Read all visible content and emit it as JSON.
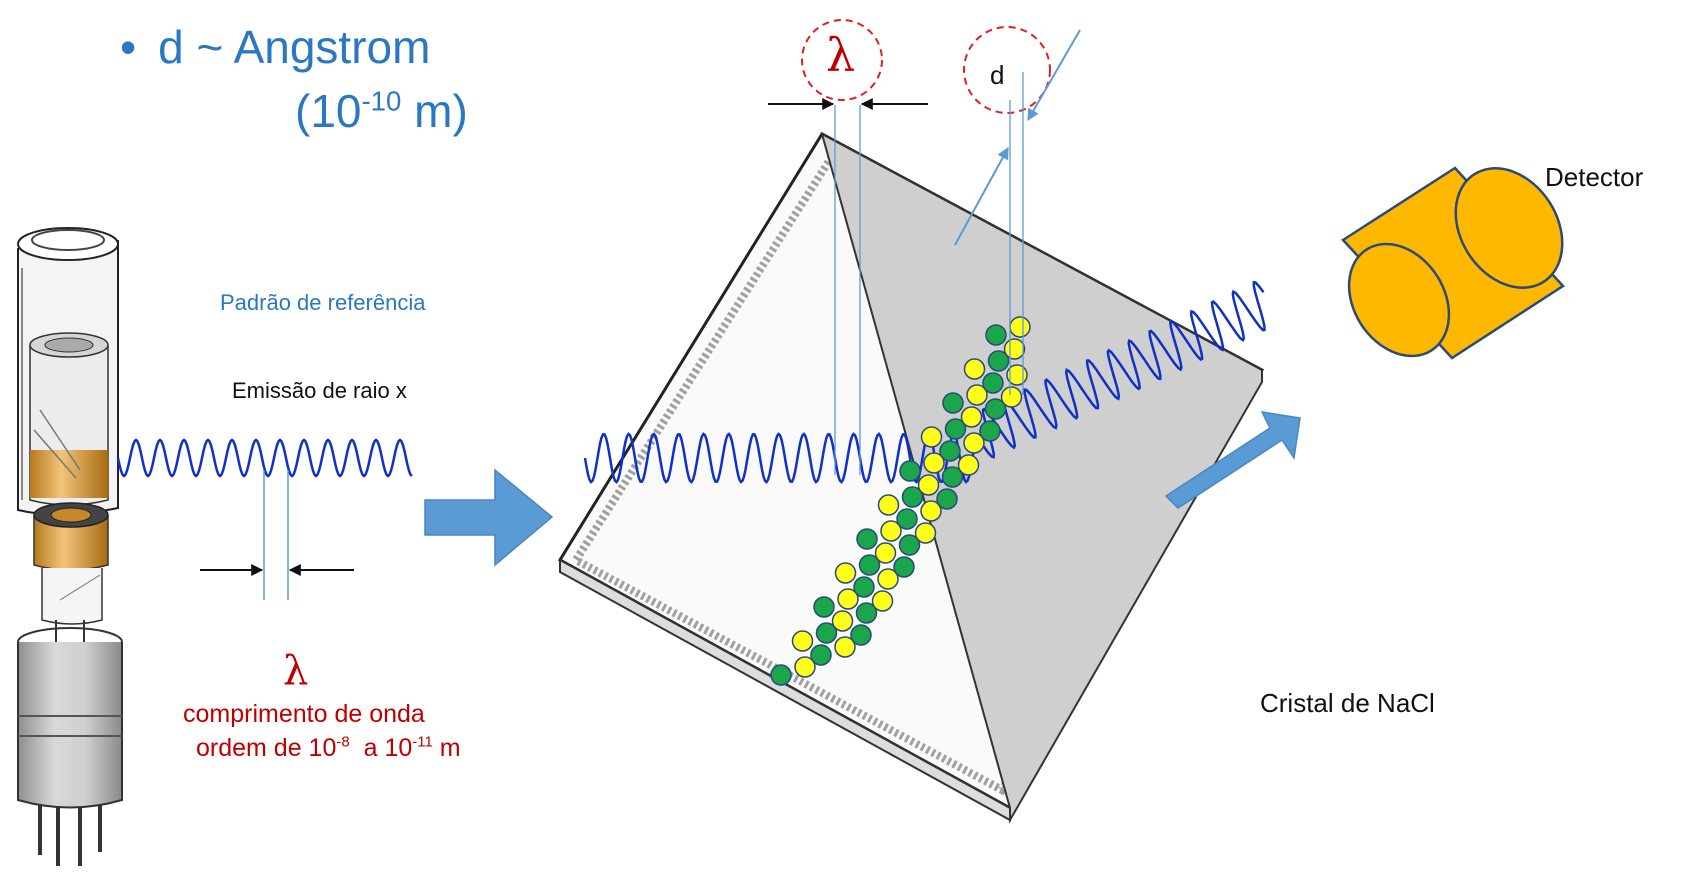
{
  "bullet": {
    "symbol": "•",
    "text": "d ~ Angstrom"
  },
  "angstrom_value": {
    "open": "(10",
    "exp": "-10",
    "close": " m)"
  },
  "reference_label": "Padrão de referência",
  "emission_label": "Emissão de raio x",
  "lambda_symbol": "λ",
  "wavelength": {
    "line1": "comprimento de onda",
    "prefix": "ordem de 10",
    "exp1": "-8",
    "mid": "  a 10",
    "exp2": "-11",
    "unit": " m"
  },
  "d_symbol": "d",
  "detector_label": "Detector",
  "crystal_label": "Cristal de NaCl",
  "colors": {
    "blue_text": "#2b78c2",
    "red_text": "#c00000",
    "wave": "#1030c8",
    "arrow_fill": "#5b9bd5",
    "sodium": "#1aa64a",
    "chlorine": "#ffff1a",
    "detector_fill": "#ffb800",
    "circle_dash": "#e02020"
  }
}
